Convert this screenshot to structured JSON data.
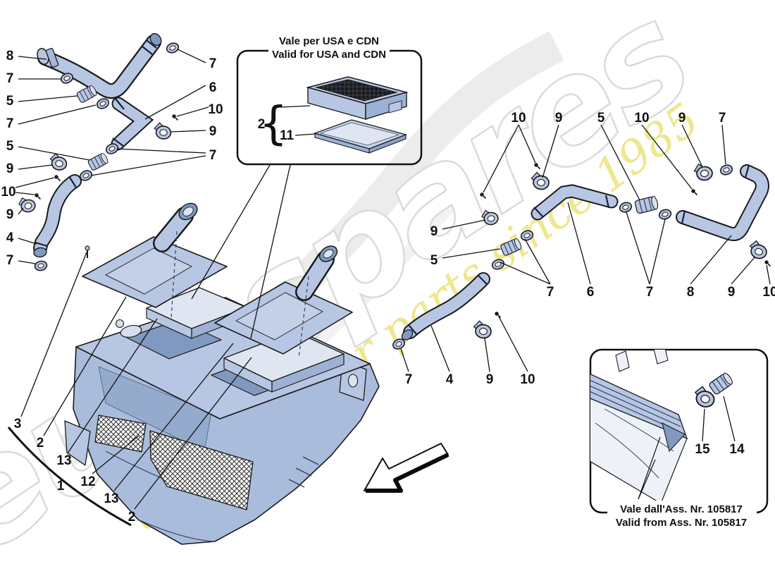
{
  "watermark": {
    "brand": "eurospares",
    "tagline": "a passion for parts since 1985",
    "brand_outline_color": "#dadada",
    "tagline_color": "#e6dc5a"
  },
  "colors": {
    "part_fill": "#b7c6e3",
    "part_shade": "#9db1d4",
    "part_light": "#dfe6f2",
    "outline": "#1b1b1b",
    "leader": "#111111",
    "dark_mesh": "#1b1b1f"
  },
  "inset_usa": {
    "title_it": "Vale per USA e CDN",
    "title_en": "Valid for USA and CDN",
    "brace": "{"
  },
  "inset_assembly": {
    "note_it": "Vale dall'Ass. Nr. 105817",
    "note_en": "Valid from Ass. Nr. 105817"
  },
  "callouts": [
    {
      "n": "8"
    },
    {
      "n": "7"
    },
    {
      "n": "5"
    },
    {
      "n": "7"
    },
    {
      "n": "5"
    },
    {
      "n": "9"
    },
    {
      "n": "10"
    },
    {
      "n": "9"
    },
    {
      "n": "4"
    },
    {
      "n": "7"
    },
    {
      "n": "7"
    },
    {
      "n": "6"
    },
    {
      "n": "10"
    },
    {
      "n": "9"
    },
    {
      "n": "7"
    },
    {
      "n": "10"
    },
    {
      "n": "9"
    },
    {
      "n": "5"
    },
    {
      "n": "10"
    },
    {
      "n": "9"
    },
    {
      "n": "7"
    },
    {
      "n": "9"
    },
    {
      "n": "5"
    },
    {
      "n": "7"
    },
    {
      "n": "6"
    },
    {
      "n": "7"
    },
    {
      "n": "8"
    },
    {
      "n": "9"
    },
    {
      "n": "10"
    },
    {
      "n": "7"
    },
    {
      "n": "4"
    },
    {
      "n": "9"
    },
    {
      "n": "10"
    },
    {
      "n": "3"
    },
    {
      "n": "2"
    },
    {
      "n": "13"
    },
    {
      "n": "1"
    },
    {
      "n": "12"
    },
    {
      "n": "13"
    },
    {
      "n": "2"
    },
    {
      "n": "2"
    },
    {
      "n": "11"
    },
    {
      "n": "15"
    },
    {
      "n": "14"
    }
  ]
}
